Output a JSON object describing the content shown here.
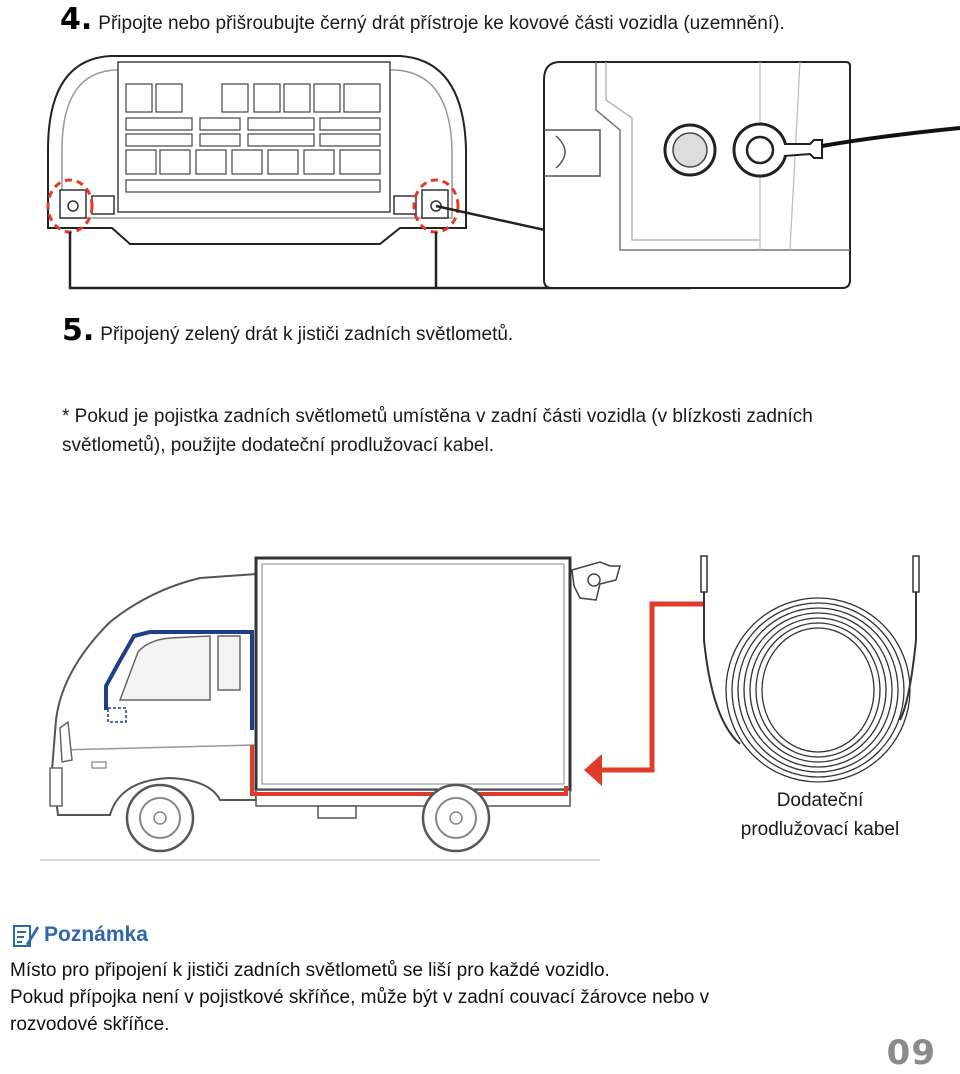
{
  "step4": {
    "number": "4.",
    "text": "Připojte nebo přišroubujte černý drát přístroje ke kovové části vozidla (uzemnění)."
  },
  "step5": {
    "number": "5.",
    "text": "Připojený zelený drát k jističi zadních světlometů."
  },
  "footnote": "* Pokud je pojistka zadních světlometů umístěna v zadní části vozidla (v blízkosti zadních světlometů), použijte dodateční prodlužovací kabel.",
  "cable_caption": {
    "line1": "Dodateční",
    "line2": "prodlužovací kabel"
  },
  "note": {
    "title": "Poznámka",
    "line1": "Místo pro připojení k jističi zadních světlometů se liší pro každé vozidlo.",
    "line2": "Pokud přípojka není v pojistkové skříňce, může být v zadní couvací žárovce nebo v",
    "line3": "rozvodové skříňce."
  },
  "page_number": "09",
  "colors": {
    "red": "#e03a2a",
    "blue": "#1f3f8c",
    "note_blue": "#2f68a8",
    "outline": "#222222",
    "page_num": "#8b8b8b"
  },
  "icons": {
    "note": "note-pencil-icon"
  }
}
